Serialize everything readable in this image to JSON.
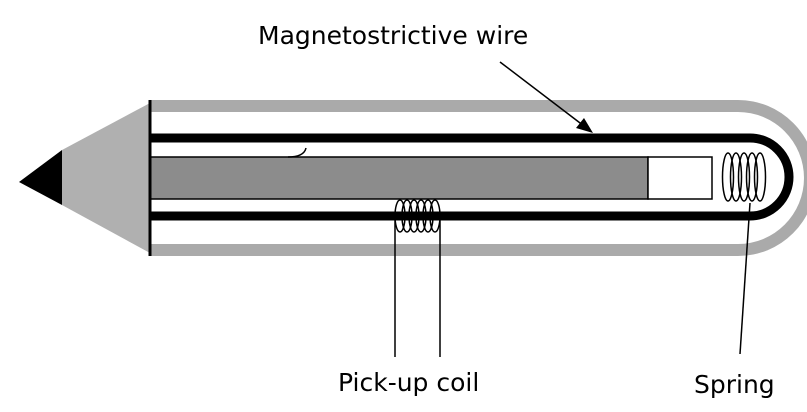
{
  "labels": {
    "magnetostrictive_wire": "Magnetostrictive wire",
    "pick_up_coil": "Pick-up coil",
    "spring": "Spring"
  },
  "colors": {
    "background": "#ffffff",
    "outer_tube": "#aaaaaa",
    "tube_interior": "#ffffff",
    "wire": "#000000",
    "magnet_rod": "#8c8c8c",
    "cone_tip": "#b0b0b0",
    "cone_point": "#000000",
    "coil_stroke": "#000000"
  },
  "icons": {
    "pick_up_coil": "coil-icon",
    "spring": "spring-icon"
  }
}
